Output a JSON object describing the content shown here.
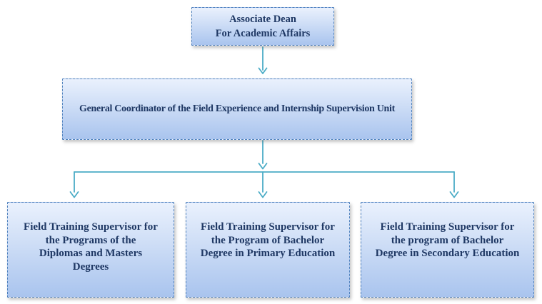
{
  "diagram": {
    "type": "org-chart",
    "colors": {
      "box_fill_top": "#eaf1fd",
      "box_fill_bottom": "#a9c4ee",
      "box_border": "#4f81bd",
      "text": "#1f3864",
      "connector": "#4bacc6",
      "background": "#ffffff"
    },
    "nodes": {
      "associate_dean": {
        "lines": [
          "Associate Dean",
          "For Academic Affairs"
        ]
      },
      "general_coordinator": {
        "lines": [
          "General Coordinator of the Field Experience and Internship Supervision Unit"
        ]
      },
      "supervisor_diplomas_masters": {
        "lines": [
          "Field Training Supervisor for",
          "the Programs of the",
          "Diplomas and Masters",
          "Degrees"
        ]
      },
      "supervisor_bachelor_primary": {
        "lines": [
          "Field Training Supervisor for",
          "the Program of Bachelor",
          "Degree in Primary Education"
        ]
      },
      "supervisor_bachelor_secondary": {
        "lines": [
          "Field Training Supervisor for",
          "the program of Bachelor",
          "Degree in Secondary Education"
        ]
      }
    },
    "edges": [
      {
        "from": "associate_dean",
        "to": "general_coordinator"
      },
      {
        "from": "general_coordinator",
        "to": "supervisor_diplomas_masters"
      },
      {
        "from": "general_coordinator",
        "to": "supervisor_bachelor_primary"
      },
      {
        "from": "general_coordinator",
        "to": "supervisor_bachelor_secondary"
      }
    ]
  }
}
